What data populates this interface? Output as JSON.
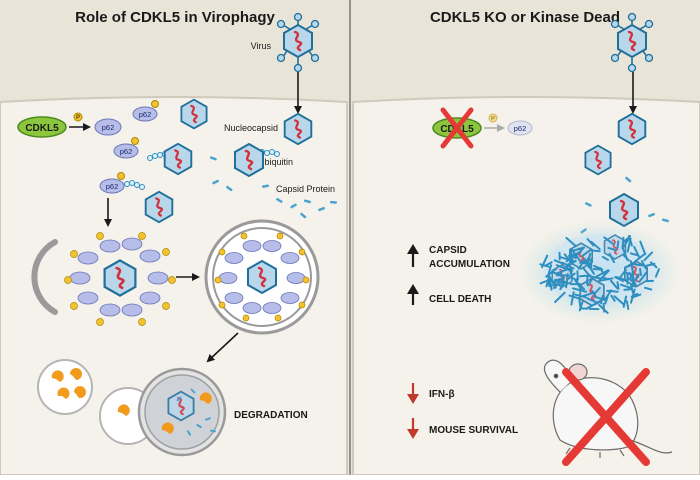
{
  "left_panel": {
    "title": "Role of CDKL5 in Virophagy",
    "labels": {
      "virus": "Virus",
      "cdkl5": "CDKL5",
      "p62": "p62",
      "phospho": "P",
      "nucleocapsid": "Nucleocapsid",
      "ubiquitin": "Ubiquitin",
      "capsid_protein": "Capsid Protein",
      "degradation": "DEGRADATION"
    }
  },
  "right_panel": {
    "title": "CDKL5 KO or Kinase Dead",
    "labels": {
      "cdkl5": "CDKL5",
      "p62": "p62",
      "phospho": "P",
      "capsid_accumulation_line1": "CAPSID",
      "capsid_accumulation_line2": "ACCUMULATION",
      "cell_death": "CELL DEATH",
      "ifn_beta": "IFN-β",
      "mouse_survival": "MOUSE SURVIVAL"
    },
    "effects": [
      {
        "name": "capsid-accumulation",
        "direction": "up"
      },
      {
        "name": "cell-death",
        "direction": "up"
      },
      {
        "name": "ifn-beta",
        "direction": "down"
      },
      {
        "name": "mouse-survival",
        "direction": "down"
      }
    ]
  },
  "colors": {
    "background": "#e8e4d8",
    "cell_interior": "#f4f2ea",
    "capsid_hex": "#b9d7ea",
    "capsid_stroke": "#1f6f9a",
    "rna": "#d4303c",
    "p62": "#b6bde8",
    "phospho": "#f2c230",
    "cdkl5": "#8cc63f",
    "lysosome_enzyme": "#f29a1e",
    "up_arrow": "#1a1a1a",
    "down_arrow": "#c0392b",
    "x_mark": "#e53935"
  }
}
